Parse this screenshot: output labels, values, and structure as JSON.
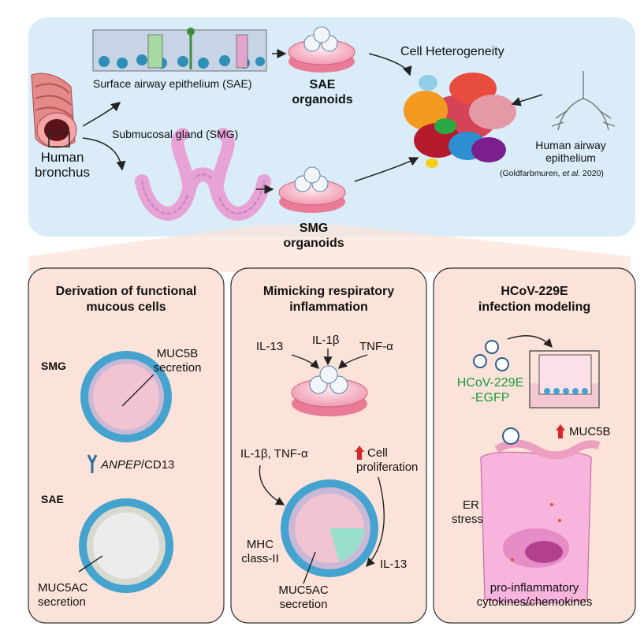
{
  "top": {
    "sae_label": "Surface airway epithelium (SAE)",
    "smg_label": "Submucosal gland (SMG)",
    "bronchus_line1": "Human",
    "bronchus_line2": "bronchus",
    "sae_org_line1": "SAE",
    "sae_org_line2": "organoids",
    "smg_org_line1": "SMG",
    "smg_org_line2": "organoids",
    "heterogeneity": "Cell Heterogeneity",
    "airway_line1": "Human airway",
    "airway_line2": "epithelium",
    "cite_prefix": "(Goldfarbmuren, ",
    "cite_etal": "et al.",
    "cite_suffix": " 2020)"
  },
  "panel1": {
    "title_line1": "Derivation of functional",
    "title_line2": "mucous cells",
    "muc5b_line1": "MUC5B",
    "muc5b_line2": "secretion",
    "smg": "SMG",
    "anpep": "ANPEP",
    "cd13": "/CD13",
    "sae": "SAE",
    "muc5ac_line1": "MUC5AC",
    "muc5ac_line2": "secretion"
  },
  "panel2": {
    "title_line1": "Mimicking respiratory",
    "title_line2": "inflammation",
    "il13": "IL-13",
    "il1b": "IL-1β",
    "tnfa": "TNF-α",
    "il1b_tnfa": "IL-1β, TNF-α",
    "cell_line1": "Cell",
    "cell_line2": "proliferation",
    "mhc_line1": "MHC",
    "mhc_line2": "class-II",
    "il13_b": "IL-13",
    "muc5ac_line1": "MUC5AC",
    "muc5ac_line2": "secretion"
  },
  "panel3": {
    "title_line1": "HCoV-229E",
    "title_line2": "infection modeling",
    "virus_line1": "HCoV-229E",
    "virus_line2": "-EGFP",
    "muc5b": "MUC5B",
    "er_line1": "ER",
    "er_line2": "stress",
    "pro_line1": "pro-inflammatory",
    "pro_line2": "cytokines/chemokines"
  },
  "colors": {
    "top_bg": "#d9ecf8",
    "panel_bg": "#fbe3d9",
    "pink": "#f2b3c3",
    "green_text": "#1a9a3c",
    "red_arrow": "#d8262c"
  }
}
